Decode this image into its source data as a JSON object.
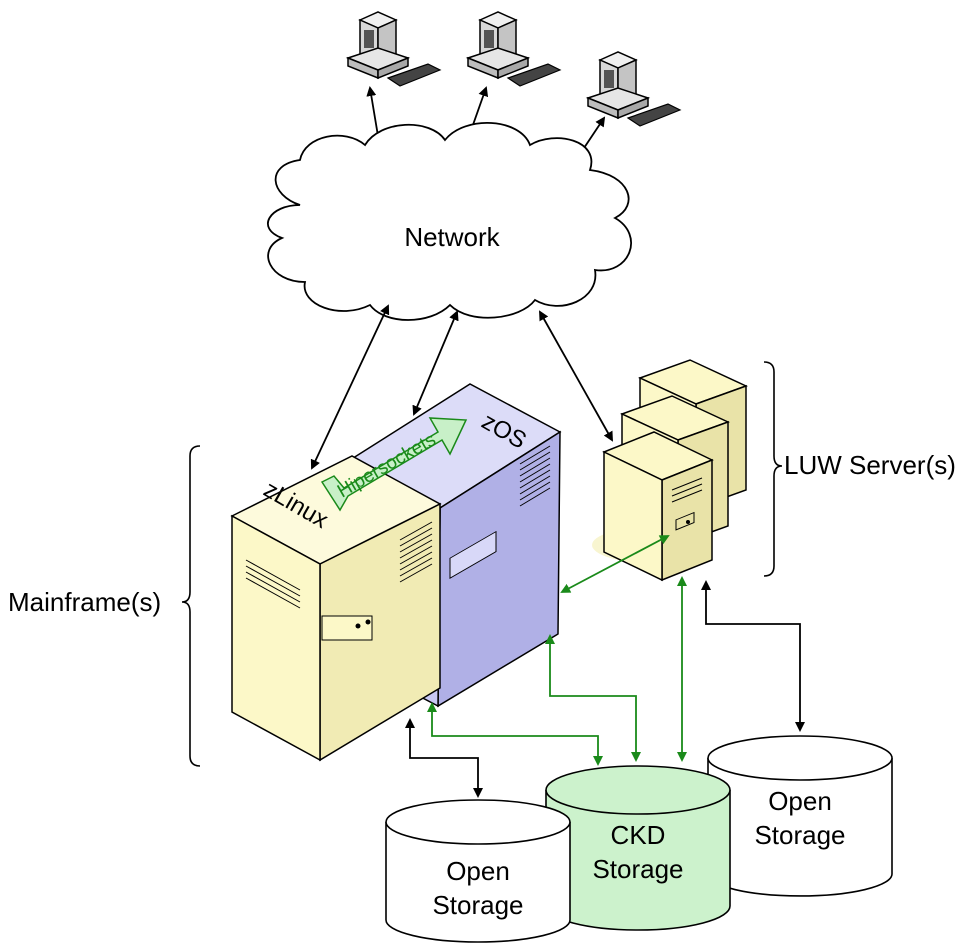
{
  "network": {
    "label": "Network"
  },
  "servers": {
    "group_label": "LUW Server(s)"
  },
  "mainframe": {
    "group_label": "Mainframe(s)",
    "zlinux_label": "zLinux",
    "zos_label": "zOS",
    "hipersockets_label": "Hipersockets"
  },
  "storage": {
    "ckd_line1": "CKD",
    "ckd_line2": "Storage",
    "open_left_line1": "Open",
    "open_left_line2": "Storage",
    "open_right_line1": "Open",
    "open_right_line2": "Storage"
  },
  "colors": {
    "server_fill": "#fcf8c8",
    "zos_fill": "#c8c8f4",
    "ckd_fill": "#ccf2cc",
    "green_link": "#1a8a1a",
    "black_link": "#000000",
    "hipersockets_fill": "#c8f0c8"
  },
  "icons": [
    "workstation-icon",
    "cloud-icon",
    "server-tower-icon",
    "mainframe-icon",
    "disk-cylinder-icon"
  ]
}
